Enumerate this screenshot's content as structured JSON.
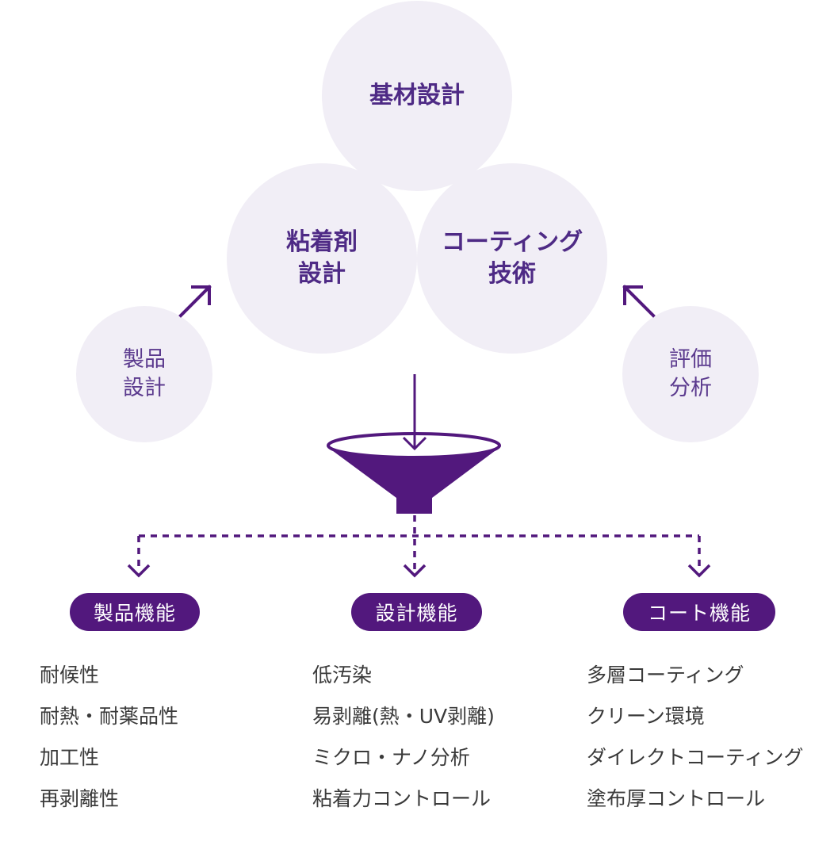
{
  "circles": {
    "top": [
      "基材設計"
    ],
    "left": [
      "粘着剤",
      "設計"
    ],
    "right": [
      "コーティング",
      "技術"
    ],
    "product": [
      "製品",
      "設計"
    ],
    "evaluation": [
      "評価",
      "分析"
    ]
  },
  "categories": [
    {
      "label": "製品機能",
      "items": [
        "耐候性",
        "耐熱・耐薬品性",
        "加工性",
        "再剥離性"
      ]
    },
    {
      "label": "設計機能",
      "items": [
        "低汚染",
        "易剥離(熱・UV剥離)",
        "ミクロ・ナノ分析",
        "粘着力コントロール"
      ]
    },
    {
      "label": "コート機能",
      "items": [
        "多層コーティング",
        "クリーン環境",
        "ダイレクトコーティング",
        "塗布厚コントロール"
      ]
    }
  ],
  "colors": {
    "accent": "#52187d",
    "circle_fill": "#f1eef6",
    "circle_text": "#4e2a85"
  }
}
